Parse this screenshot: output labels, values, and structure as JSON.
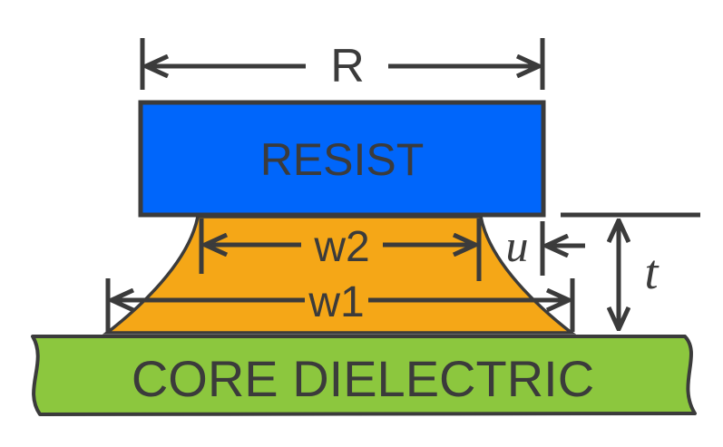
{
  "diagram": {
    "resist": {
      "label": "RESIST"
    },
    "core": {
      "label": "CORE DIELECTRIC"
    },
    "dimensions": {
      "resist_width": "R",
      "trace_top_width": "w2",
      "trace_bottom_width": "w1",
      "undercut": "u",
      "thickness": "t"
    },
    "colors": {
      "resist_fill": "#0066FB",
      "trace_fill": "#F5A717",
      "core_fill": "#8CC73E",
      "line": "#3B3B3B",
      "background": "#FFFFFF"
    }
  }
}
